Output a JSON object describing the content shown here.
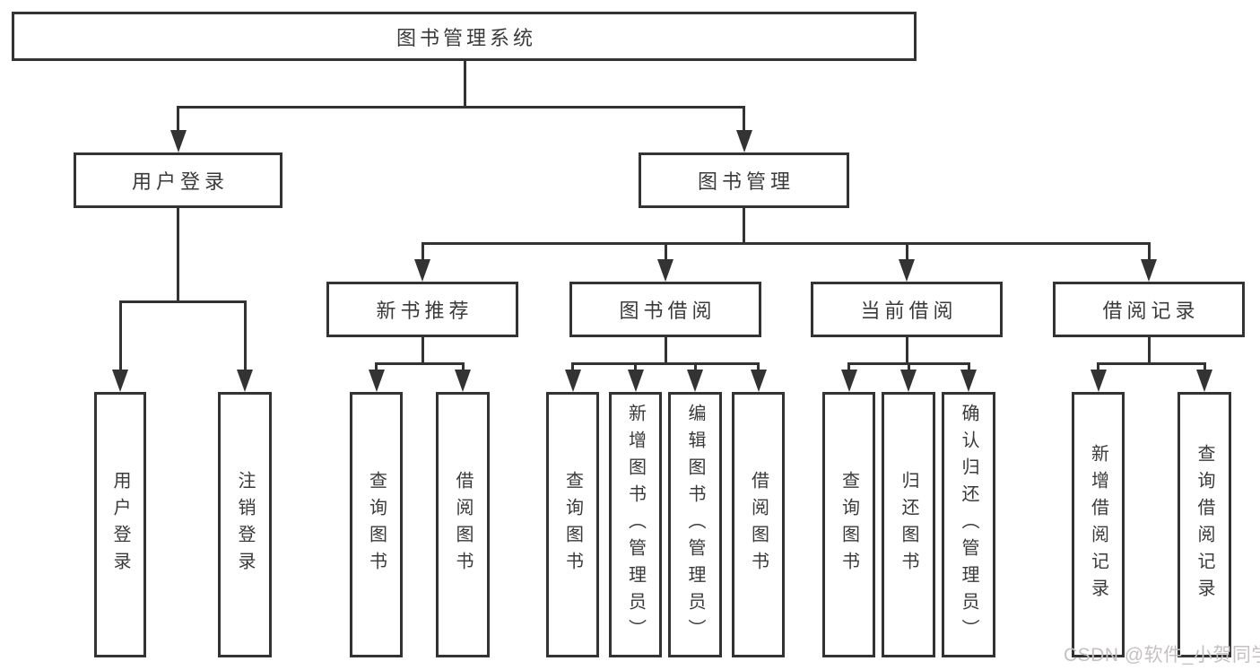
{
  "colors": {
    "line": "#333333",
    "border": "#333333",
    "text": "#3a3a3a",
    "background": "#ffffff",
    "watermark": "#c5c1c1"
  },
  "diagram": {
    "root": {
      "label": "图书管理系统"
    },
    "branches": [
      {
        "label": "用户登录",
        "children": [
          {
            "label": "用户登录"
          },
          {
            "label": "注销登录"
          }
        ]
      },
      {
        "label": "图书管理",
        "children": [
          {
            "label": "新书推荐",
            "children": [
              {
                "label": "查询图书"
              },
              {
                "label": "借阅图书"
              }
            ]
          },
          {
            "label": "图书借阅",
            "children": [
              {
                "label": "查询图书"
              },
              {
                "label": "新增图书（管理员）"
              },
              {
                "label": "编辑图书（管理员）"
              },
              {
                "label": "借阅图书"
              }
            ]
          },
          {
            "label": "当前借阅",
            "children": [
              {
                "label": "查询图书"
              },
              {
                "label": "归还图书"
              },
              {
                "label": "确认归还（管理员）"
              }
            ]
          },
          {
            "label": "借阅记录",
            "children": [
              {
                "label": "新增借阅记录"
              },
              {
                "label": "查询借阅记录"
              }
            ]
          }
        ]
      }
    ]
  },
  "watermark": {
    "text": "CSDN @软件_小贺同学"
  }
}
